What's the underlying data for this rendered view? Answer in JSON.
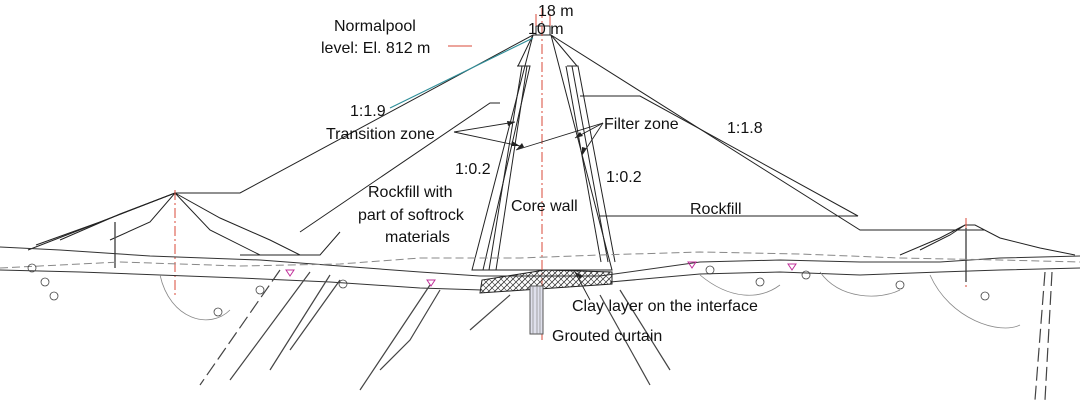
{
  "labels": {
    "crest_width_top": "18 m",
    "crest_width_core": "10 m",
    "pool_level_line1": "Normalpool",
    "pool_level_line2": "level: El. 812 m",
    "upstream_slope": "1:1.9",
    "downstream_slope": "1:1.8",
    "core_slope_left": "1:0.2",
    "core_slope_right": "1:0.2",
    "transition_zone": "Transition zone",
    "filter_zone": "Filter zone",
    "rockfill_soft_line1": "Rockfill with",
    "rockfill_soft_line2": "part of softrock",
    "rockfill_soft_line3": "materials",
    "core_wall": "Core wall",
    "rockfill_downstream": "Rockfill",
    "clay_layer": "Clay layer on the interface",
    "grouted_curtain": "Grouted curtain"
  },
  "colors": {
    "line": "#222222",
    "centerline": "#d94a3a",
    "water": "#2f8f9a",
    "marker": "#c0309a",
    "ground_dash": "#888888"
  }
}
